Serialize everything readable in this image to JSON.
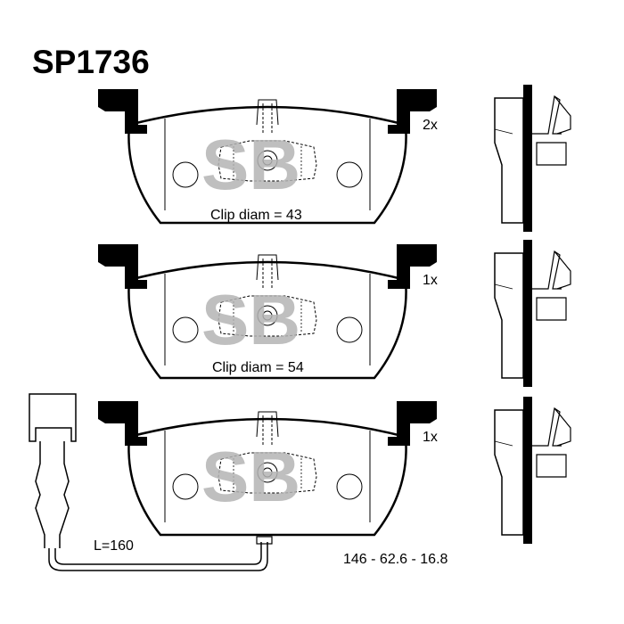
{
  "part_number": "SP1736",
  "watermark": "SB",
  "pads": [
    {
      "quantity": "2x",
      "clip_label": "Clip diam = 43"
    },
    {
      "quantity": "1x",
      "clip_label": "Clip diam = 54"
    },
    {
      "quantity": "1x",
      "clip_label": ""
    }
  ],
  "sensor_length": "L=160",
  "dimensions": "146 - 62.6 - 16.8",
  "colors": {
    "line": "#000000",
    "watermark": "#b5b5b5",
    "background": "#ffffff"
  }
}
